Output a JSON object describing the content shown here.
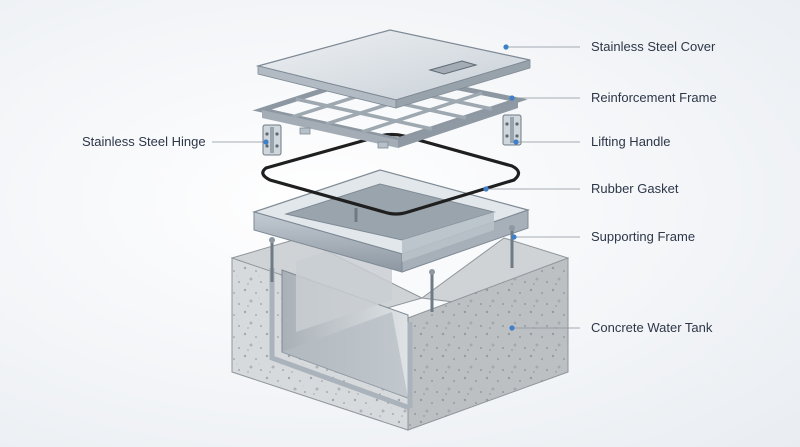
{
  "labels": {
    "cover": "Stainless Steel Cover",
    "reinforcement_frame": "Reinforcement Frame",
    "hinge": "Stainless Steel Hinge",
    "lifting_handle": "Lifting Handle",
    "gasket": "Rubber Gasket",
    "supporting_frame": "Supporting Frame",
    "tank": "Concrete Water Tank"
  },
  "colors": {
    "leader_dot": "#3f7fc9",
    "steel_light": "#e3e8ed",
    "steel_mid": "#b9c2cb",
    "steel_dark": "#7f8a95",
    "concrete_light": "#d9dcde",
    "concrete_dark": "#b3b7ba",
    "gasket": "#222222"
  }
}
